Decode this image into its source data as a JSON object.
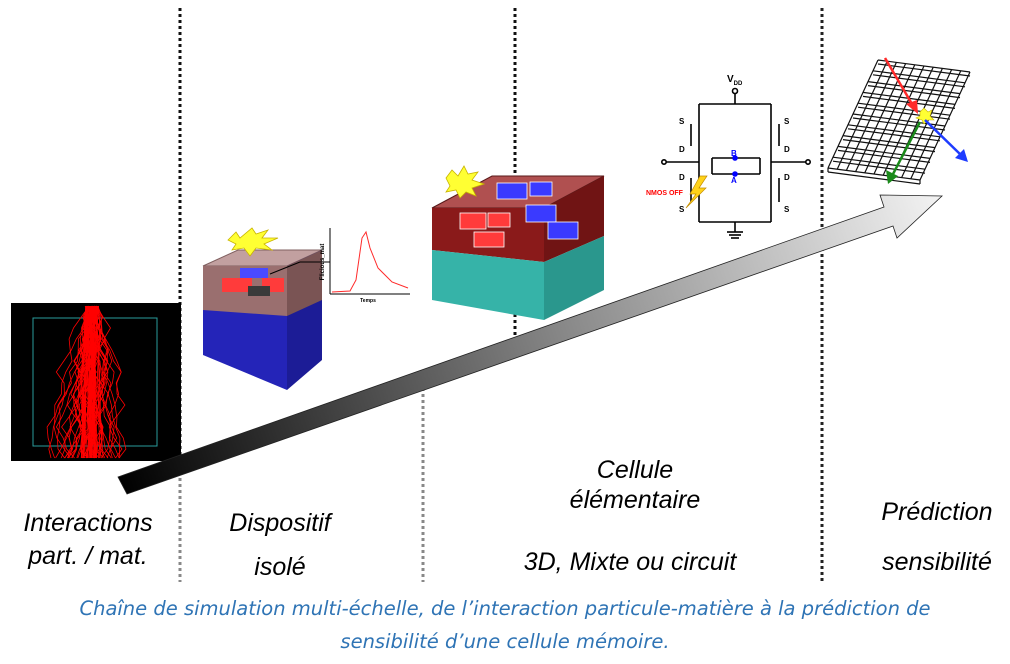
{
  "stages": [
    {
      "label_lines": [
        "Interactions",
        "part. / mat."
      ]
    },
    {
      "label_lines": [
        "Dispositif",
        "isolé"
      ]
    },
    {
      "label_lines": [
        "Cellule",
        "élémentaire"
      ],
      "sublabel": "3D, Mixte ou circuit"
    },
    {
      "label_lines": [
        "Prédiction",
        "sensibilité"
      ]
    }
  ],
  "device_plot": {
    "ylabel": "Flicious_mat",
    "xlabel": "Temps"
  },
  "circuit": {
    "vdd": "V",
    "vdd_sub": "DD",
    "s": "S",
    "d": "D",
    "node_b": "B",
    "node_a": "A",
    "nmos_off": "NMOS OFF"
  },
  "caption_lines": [
    "Chaîne de simulation multi-échelle, de l’interaction particule-matière à la prédiction de",
    "sensibilité d’une cellule mémoire."
  ],
  "colors": {
    "caption": "#2f74b5",
    "track": "#ff0000",
    "substrate_blue": "#3333cc",
    "substrate_teal": "#33b3a8"
  }
}
